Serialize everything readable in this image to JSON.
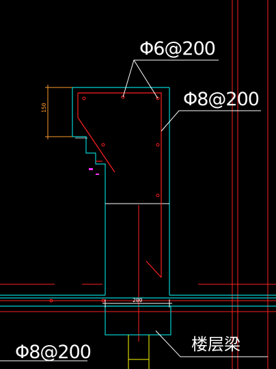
{
  "labels": {
    "top_rebar": "Φ6@200",
    "side_rebar": "Φ8@200",
    "bottom_rebar": "Φ8@200",
    "beam": "楼层梁"
  },
  "dimensions": {
    "height": "150",
    "width": "200"
  },
  "colors": {
    "background": "#000000",
    "concrete_outline": "#00d2d2",
    "rebar": "#ff2020",
    "leader": "#ffffff",
    "dimension": "#ff9a30",
    "column": "#ffff00"
  }
}
